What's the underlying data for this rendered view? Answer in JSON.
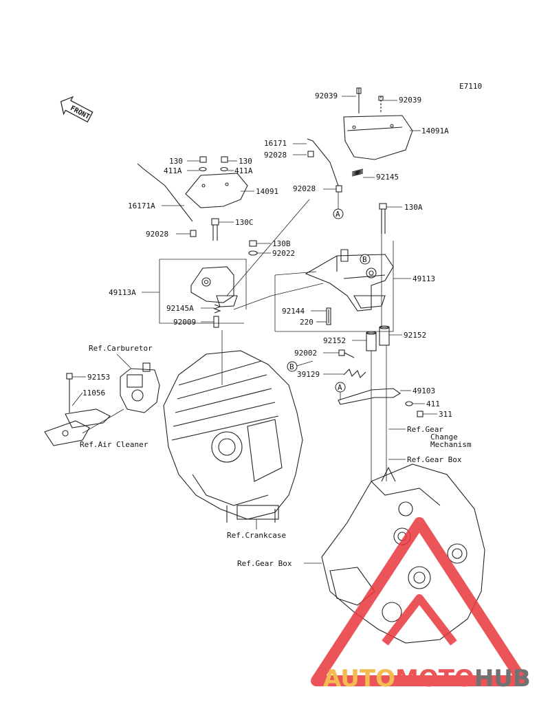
{
  "diagram_code": "E7110",
  "front_label": "FRONT",
  "watermark": {
    "part1": "AUTO",
    "part2": "MOTO",
    "part3": "HUB",
    "color1": "#f2b134",
    "color2": "#e8383d",
    "color3": "#5a5a5a"
  },
  "parts": [
    {
      "id": "p1",
      "text": "92039"
    },
    {
      "id": "p2",
      "text": "92039"
    },
    {
      "id": "p3",
      "text": "14091A"
    },
    {
      "id": "p4",
      "text": "16171"
    },
    {
      "id": "p5",
      "text": "92028"
    },
    {
      "id": "p6",
      "text": "130"
    },
    {
      "id": "p7",
      "text": "130"
    },
    {
      "id": "p8",
      "text": "411A"
    },
    {
      "id": "p9",
      "text": "411A"
    },
    {
      "id": "p10",
      "text": "92028"
    },
    {
      "id": "p11",
      "text": "92145"
    },
    {
      "id": "p12",
      "text": "14091"
    },
    {
      "id": "p13",
      "text": "16171A"
    },
    {
      "id": "p14",
      "text": "130A"
    },
    {
      "id": "p15",
      "text": "130C"
    },
    {
      "id": "p16",
      "text": "92028"
    },
    {
      "id": "p17",
      "text": "130B"
    },
    {
      "id": "p18",
      "text": "92022"
    },
    {
      "id": "p19",
      "text": "49113A"
    },
    {
      "id": "p20",
      "text": "49113"
    },
    {
      "id": "p21",
      "text": "92145A"
    },
    {
      "id": "p22",
      "text": "92144"
    },
    {
      "id": "p23",
      "text": "92009"
    },
    {
      "id": "p24",
      "text": "220"
    },
    {
      "id": "p25",
      "text": "92152"
    },
    {
      "id": "p26",
      "text": "92152"
    },
    {
      "id": "p27",
      "text": "Ref.Carburetor"
    },
    {
      "id": "p28",
      "text": "92002"
    },
    {
      "id": "p29",
      "text": "92153"
    },
    {
      "id": "p30",
      "text": "39129"
    },
    {
      "id": "p31",
      "text": "49103"
    },
    {
      "id": "p32",
      "text": "11056"
    },
    {
      "id": "p33",
      "text": "411"
    },
    {
      "id": "p34",
      "text": "311"
    },
    {
      "id": "p35",
      "text": "Ref.Air Cleaner"
    },
    {
      "id": "p36",
      "text": "Ref.Gear"
    },
    {
      "id": "p37",
      "text": "Change"
    },
    {
      "id": "p38",
      "text": "Mechanism"
    },
    {
      "id": "p39",
      "text": "Ref.Gear Box"
    },
    {
      "id": "p40",
      "text": "Ref.Crankcase"
    },
    {
      "id": "p41",
      "text": "Ref.Gear Box"
    }
  ],
  "callouts": [
    {
      "id": "c1",
      "text": "A"
    },
    {
      "id": "c2",
      "text": "A"
    },
    {
      "id": "c3",
      "text": "B"
    },
    {
      "id": "c4",
      "text": "B"
    }
  ]
}
